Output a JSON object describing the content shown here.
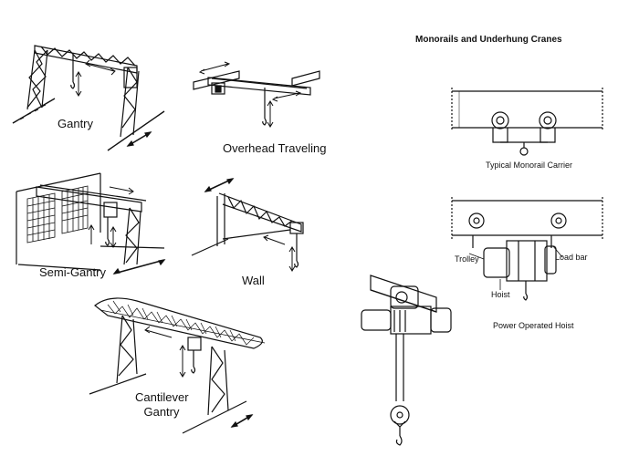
{
  "figure": {
    "title": "Monorails and Underhung Cranes",
    "cranes": {
      "gantry": "Gantry",
      "overhead_traveling": "Overhead Traveling",
      "semi_gantry": "Semi-Gantry",
      "wall": "Wall",
      "cantilever_line1": "Cantilever",
      "cantilever_line2": "Gantry"
    },
    "monorail": {
      "carrier_caption": "Typical Monorail Carrier",
      "trolley": "Trolley",
      "load_bar": "Load bar",
      "hoist": "Hoist",
      "hoist_caption": "Power Operated Hoist"
    }
  }
}
